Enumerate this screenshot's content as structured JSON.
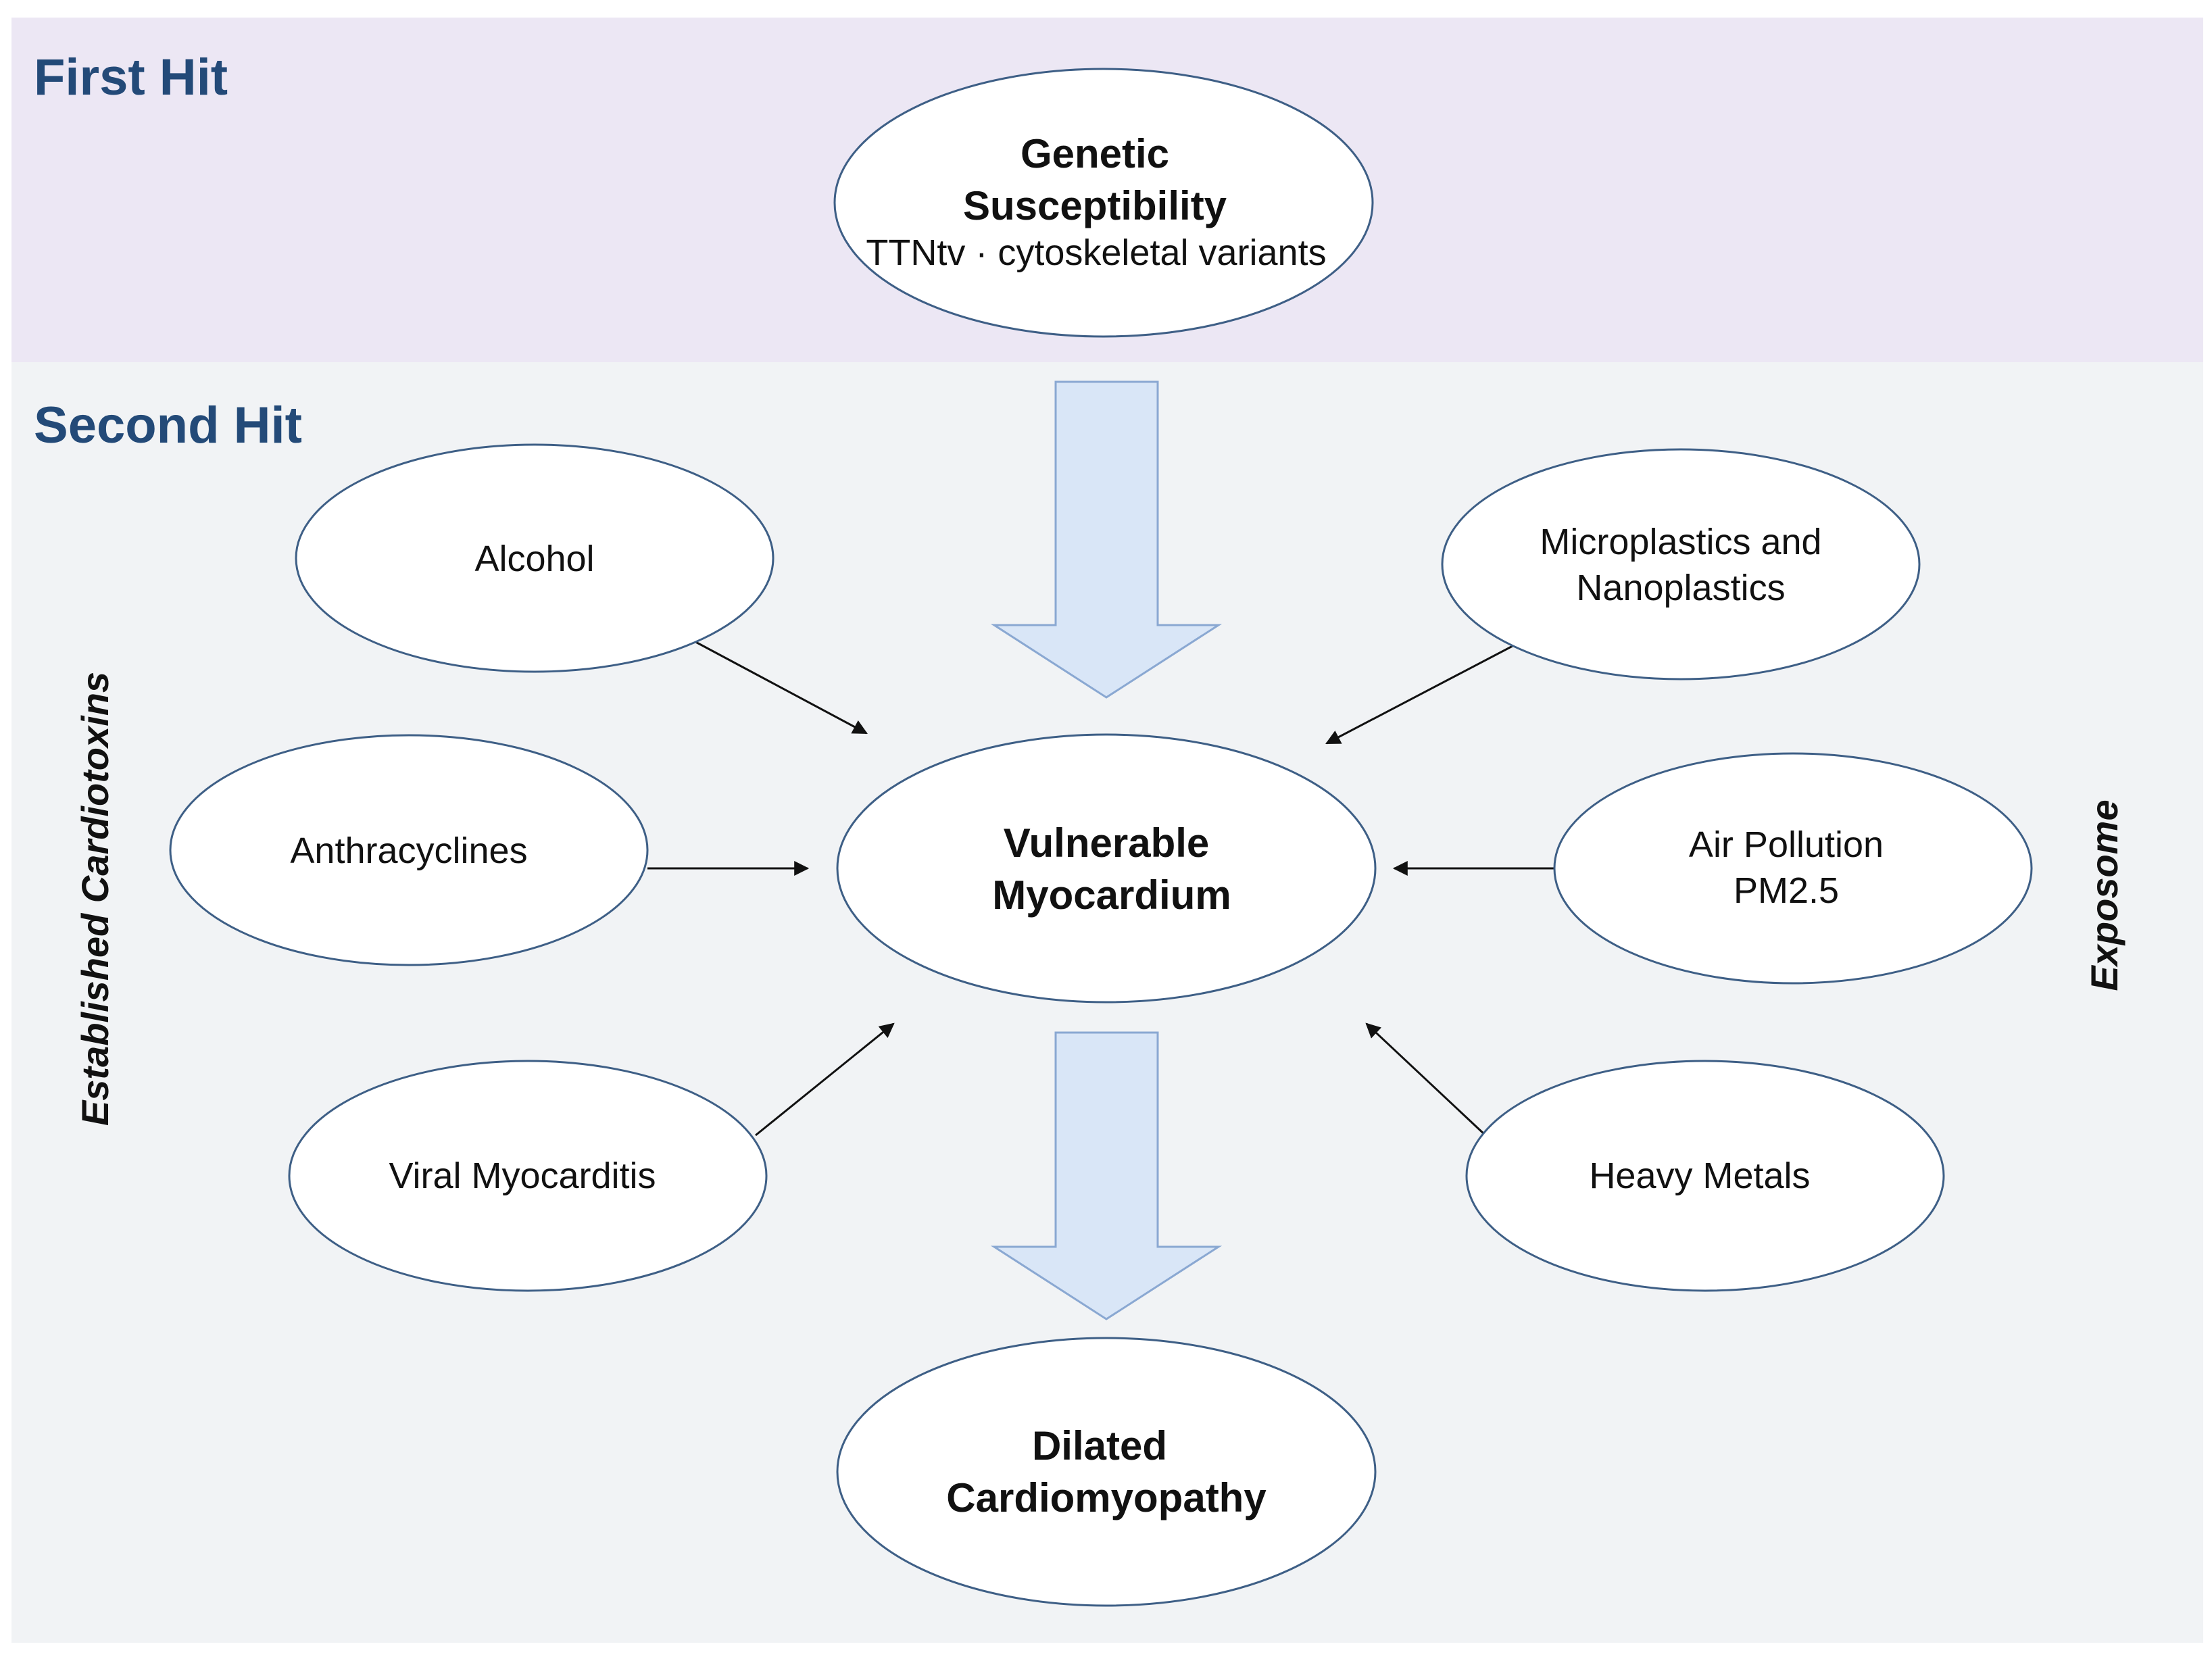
{
  "colors": {
    "first_hit_band": "#ece7f4",
    "second_hit_band": "#f1f3f5",
    "band_title": "#234a78",
    "ellipse_stroke": "#3e5f86",
    "big_arrow_fill": "#d9e6f7",
    "big_arrow_stroke": "#8aa8d2",
    "connector": "#111111"
  },
  "first_hit": {
    "title": "First Hit",
    "genetic": {
      "line1": "Genetic",
      "line2": "Susceptibility",
      "subtitle": "TTNtv · cytoskeletal variants"
    }
  },
  "second_hit": {
    "title": "Second Hit",
    "established_label": "Established Cardiotoxins",
    "exposome_label": "Exposome",
    "left_factors": {
      "alcohol": "Alcohol",
      "anthracyclines": "Anthracyclines",
      "viral": "Viral Myocarditis"
    },
    "right_factors": {
      "microplastics_line1": "Microplastics and",
      "microplastics_line2": "Nanoplastics",
      "air_line1": "Air Pollution",
      "air_line2": "PM2.5",
      "metals": "Heavy Metals"
    },
    "center": {
      "line1": "Vulnerable",
      "line2": "Myocardium"
    },
    "outcome": {
      "line1": "Dilated",
      "line2": "Cardiomyopathy"
    }
  }
}
